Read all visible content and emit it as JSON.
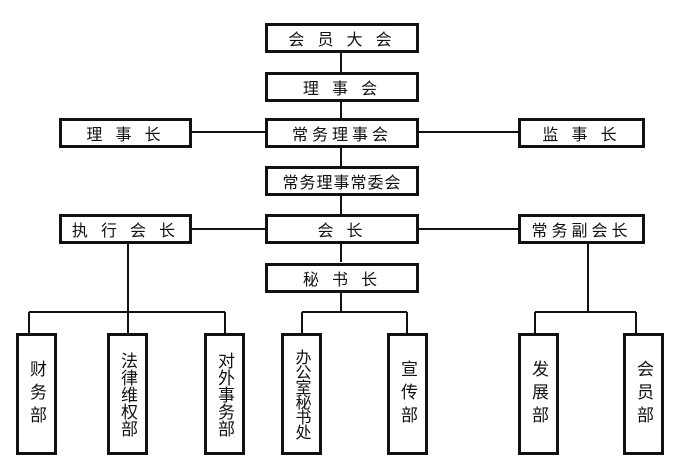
{
  "nodes": {
    "general_assembly": "会 员 大 会",
    "council": "理  事  会",
    "standing_council": "常务理事会",
    "council_chair": "理  事  长",
    "supervisor": "监  事  长",
    "standing_committee": "常务理事常委会",
    "president": "会    长",
    "executive_president": "执 行 会 长",
    "standing_vice_president": "常务副会长",
    "secretary_general": "秘  书  长"
  },
  "departments": [
    "财务部",
    "法律维权部",
    "对外事务部",
    "办公室秘书处",
    "宣传部",
    "发展部",
    "会员部"
  ]
}
